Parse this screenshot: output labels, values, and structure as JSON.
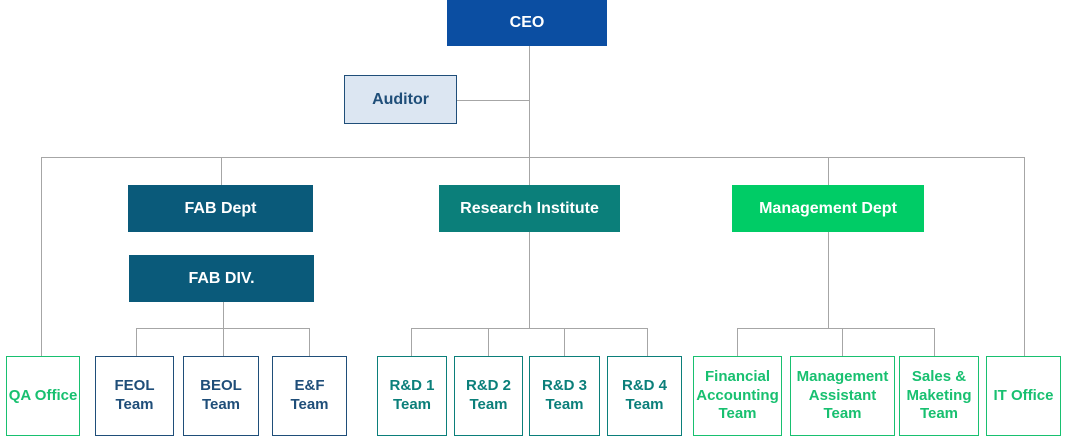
{
  "org": {
    "ceo": "CEO",
    "auditor": "Auditor",
    "fab_dept": "FAB Dept",
    "fab_div": "FAB DIV.",
    "research_institute": "Research Institute",
    "management_dept": "Management Dept",
    "qa_office": "QA Office",
    "feol_team": "FEOL\nTeam",
    "beol_team": "BEOL\nTeam",
    "ef_team": "E&F\nTeam",
    "rd1_team": "R&D 1\nTeam",
    "rd2_team": "R&D 2\nTeam",
    "rd3_team": "R&D 3\nTeam",
    "rd4_team": "R&D 4\nTeam",
    "financial_accounting_team": "Financial\nAccounting\nTeam",
    "management_assistant_team": "Management\nAssistant\nTeam",
    "sales_maketing_team": "Sales &\nMaketing\nTeam",
    "it_office": "IT Office"
  },
  "colors": {
    "ceo": "#0b4ea2",
    "fab": "#0a5a7a",
    "research": "#0b7f7a",
    "management": "#00cc66",
    "connector": "#a6a6a6"
  }
}
